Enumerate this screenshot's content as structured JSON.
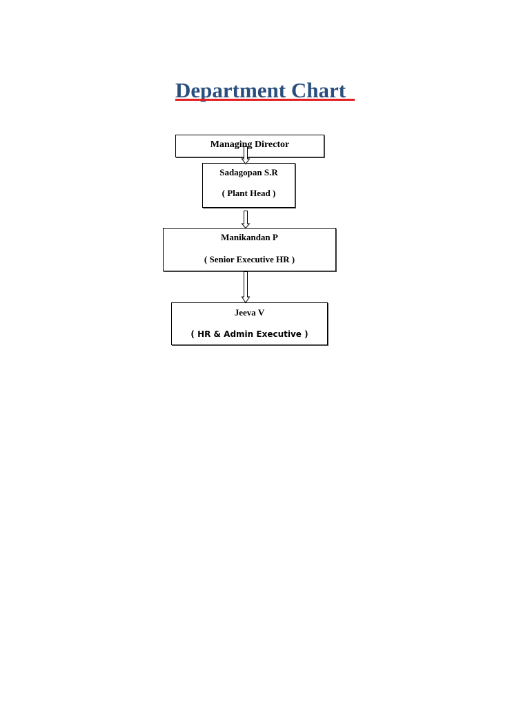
{
  "title": "Department Chart",
  "colors": {
    "title": "#2a4f7f",
    "title_underline": "#e02020",
    "box_border": "#000000",
    "arrow": "#000000"
  },
  "nodes": {
    "managing_director": {
      "line1": "Managing Director"
    },
    "plant_head": {
      "line1": "Sadagopan S.R",
      "line2": "( Plant Head )"
    },
    "senior_exec_hr": {
      "line1": "Manikandan P",
      "line2": "( Senior Executive HR )"
    },
    "hr_admin_exec": {
      "line1": "Jeeva V",
      "line2": "( HR & Admin Executive )"
    }
  }
}
